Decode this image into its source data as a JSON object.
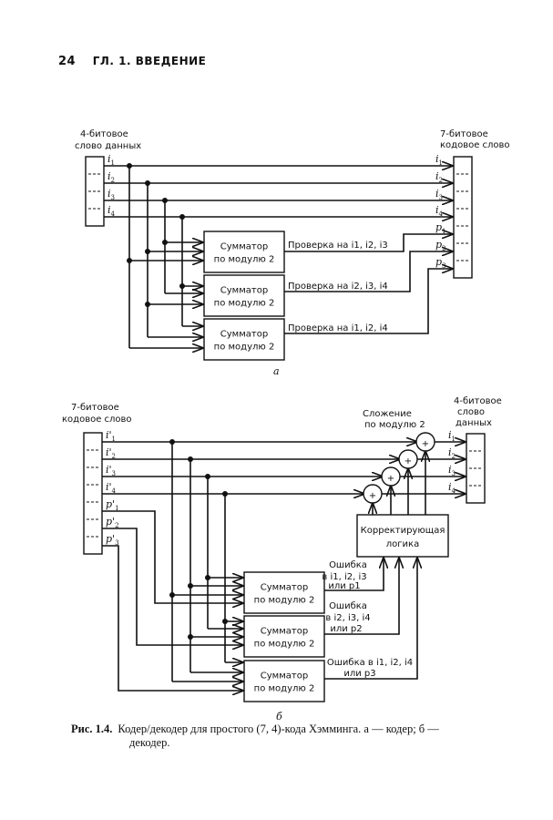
{
  "page": {
    "number": "24",
    "running_head": "ГЛ. 1. ВВЕДЕНИЕ"
  },
  "encoder": {
    "input_label_line1": "4-битовое",
    "input_label_line2": "слово данных",
    "output_label_line1": "7-битовое",
    "output_label_line2": "кодовое слово",
    "inputs": [
      "i1",
      "i2",
      "i3",
      "i4"
    ],
    "outputs": [
      "i1",
      "i2",
      "i3",
      "i4",
      "p1",
      "p2",
      "p3"
    ],
    "adders": [
      {
        "line1": "Сумматор",
        "line2": "по модулю 2",
        "check": "Проверка на i1, i2, i3",
        "output": "p1"
      },
      {
        "line1": "Сумматор",
        "line2": "по модулю 2",
        "check": "Проверка на i2, i3, i4",
        "output": "p2"
      },
      {
        "line1": "Сумматор",
        "line2": "по модулю 2",
        "check": "Проверка на i1, i2, i4",
        "output": "p3"
      }
    ],
    "sublabel": "а"
  },
  "decoder": {
    "input_label_line1": "7-битовое",
    "input_label_line2": "кодовое слово",
    "output_label_line1": "4-битовое",
    "output_label_line2": "слово",
    "output_label_line3": "данных",
    "inputs": [
      "i'1",
      "i'2",
      "i'3",
      "i'4",
      "p'1",
      "p'2",
      "p'3"
    ],
    "outputs": [
      "i1",
      "i2",
      "i3",
      "i4"
    ],
    "xor_label_line1": "Сложение",
    "xor_label_line2": "по модулю 2",
    "xor_symbol": "+",
    "logic_line1": "Корректирующая",
    "logic_line2": "логика",
    "adders": [
      {
        "line1": "Сумматор",
        "line2": "по модулю 2",
        "err1": "Ошибка",
        "err2": "в i1, i2, i3",
        "err3": "или p1"
      },
      {
        "line1": "Сумматор",
        "line2": "по модулю 2",
        "err1": "Ошибка",
        "err2": "в i2, i3, i4",
        "err3": "или p2"
      },
      {
        "line1": "Сумматор",
        "line2": "по модулю 2",
        "err1": "Ошибка в i1, i2, i4",
        "err2": "или p3",
        "err3": ""
      }
    ],
    "sublabel": "б"
  },
  "caption": {
    "label": "Рис. 1.4.",
    "text": "Кодер/декодер для простого (7, 4)-кода Хэмминга. а — кодер; б —",
    "text_cont": "декодер."
  }
}
